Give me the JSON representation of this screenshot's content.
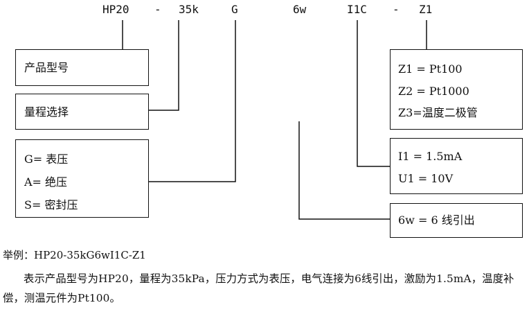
{
  "model_code": {
    "hp20": "HP20",
    "dash1": "-",
    "range": "35k",
    "pressure": "G",
    "wiring": "6w",
    "excitation": "I1C",
    "dash2": "-",
    "temp": "Z1"
  },
  "left_boxes": {
    "product_model": "产品型号",
    "range_select": "量程选择",
    "pressure_types": [
      "G= 表压",
      "A= 绝压",
      "S= 密封压"
    ]
  },
  "right_boxes": {
    "temp_options": [
      "Z1 = Pt100",
      "Z2 = Pt1000",
      "Z3=温度二极管"
    ],
    "excitation_options": [
      "I1 = 1.5mA",
      "U1 = 10V"
    ],
    "wiring_option": "6w = 6 线引出"
  },
  "example": {
    "label": "举例：HP20-35kG6wI1C-Z1",
    "description": "表示产品型号为HP20，量程为35kPa，压力方式为表压，电气连接为6线引出，激励为1.5mA，温度补偿，测温元件为Pt100。"
  }
}
